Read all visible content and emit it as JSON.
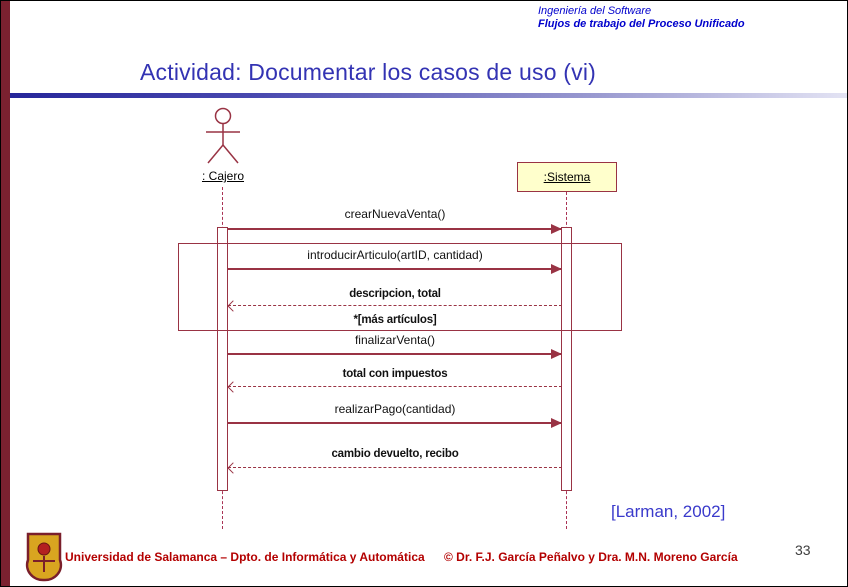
{
  "header": {
    "line1": "Ingeniería del Software",
    "line2": "Flujos de trabajo del Proceso Unificado"
  },
  "title": "Actividad: Documentar los casos de uso (vi)",
  "diagram": {
    "type": "uml-sequence",
    "actor_label": ": Cajero",
    "system_label": ":Sistema",
    "messages": [
      {
        "label": "crearNuevaVenta()",
        "line": "solid",
        "direction": "right",
        "from": "Cajero",
        "to": "Sistema"
      },
      {
        "label": "introducirArticulo(artID, cantidad)",
        "line": "solid",
        "direction": "right",
        "from": "Cajero",
        "to": "Sistema"
      },
      {
        "label": "descripcion, total",
        "line": "dashed",
        "direction": "left",
        "from": "Sistema",
        "to": "Cajero"
      },
      {
        "label": "*[más artículos]",
        "line": "none",
        "direction": "none",
        "from": "",
        "to": ""
      },
      {
        "label": "finalizarVenta()",
        "line": "solid",
        "direction": "right",
        "from": "Cajero",
        "to": "Sistema"
      },
      {
        "label": "total con impuestos",
        "line": "dashed",
        "direction": "left",
        "from": "Sistema",
        "to": "Cajero"
      },
      {
        "label": "realizarPago(cantidad)",
        "line": "solid",
        "direction": "right",
        "from": "Cajero",
        "to": "Sistema"
      },
      {
        "label": "cambio devuelto, recibo",
        "line": "dashed",
        "direction": "left",
        "from": "Sistema",
        "to": "Cajero"
      }
    ],
    "loop_frame_encloses": [
      "introducirArticulo(artID, cantidad)",
      "descripcion, total",
      "*[más artículos]"
    ],
    "citation": "[Larman, 2002]"
  },
  "footer": {
    "institution": "Universidad de Salamanca – Dpto. de Informática y Automática",
    "copyright": "© Dr. F.J. García Peñalvo y Dra. M.N. Moreno García",
    "page_number": "33"
  },
  "colors": {
    "header_blue": "#0000cc",
    "title_blue": "#3333b3",
    "diagram_red": "#993344",
    "system_box_fill": "#ffffcc",
    "footer_red": "#b30000",
    "sidebar_maroon": "#7b2130"
  }
}
